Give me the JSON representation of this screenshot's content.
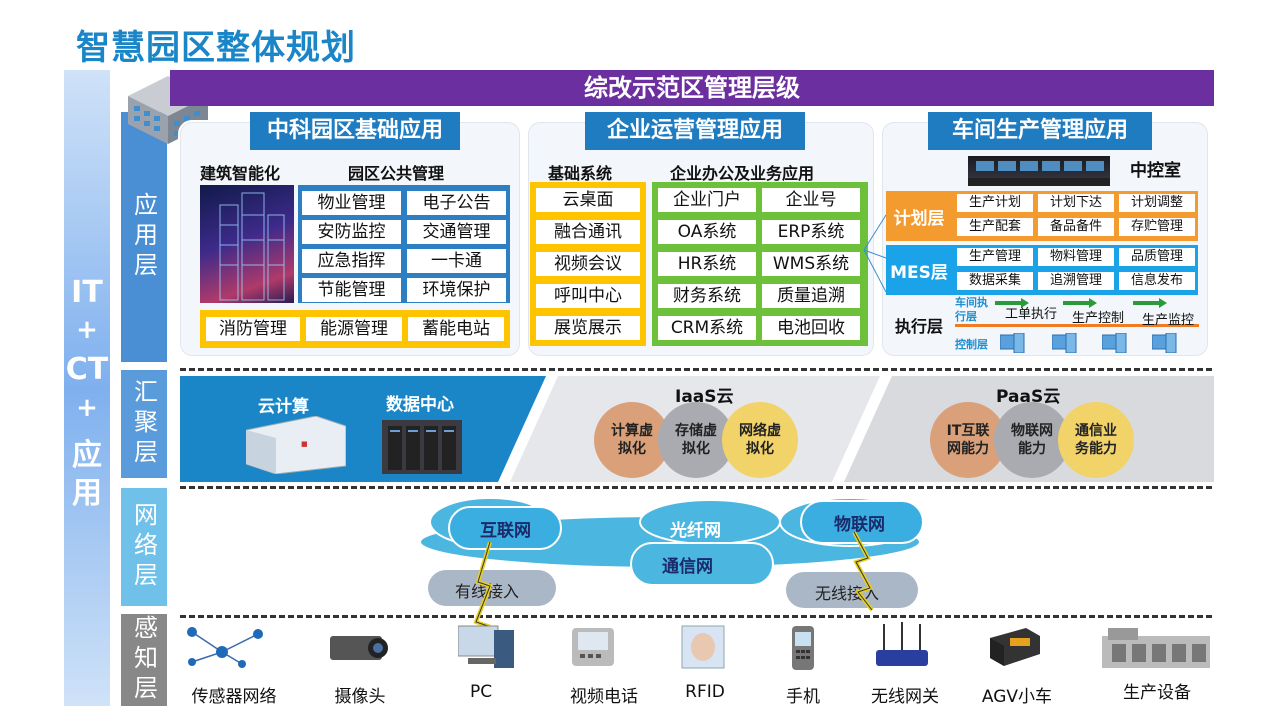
{
  "page_title": "智慧园区整体规划",
  "it_label": [
    "IT",
    "+",
    "CT",
    "+",
    "应",
    "用"
  ],
  "layers": {
    "app": "应用层",
    "agg": "汇聚层",
    "net": "网络层",
    "sense": "感知层"
  },
  "top_bar": "综改示范区管理层级",
  "panel1": {
    "title": "中科园区基础应用",
    "left_label": "建筑智能化",
    "right_label": "园区公共管理",
    "items": [
      "物业管理",
      "电子公告",
      "安防监控",
      "交通管理",
      "应急指挥",
      "一卡通",
      "节能管理",
      "环境保护"
    ],
    "bottom": [
      "消防管理",
      "能源管理",
      "蓄能电站"
    ]
  },
  "panel2": {
    "title": "企业运营管理应用",
    "left_label": "基础系统",
    "right_label": "企业办公及业务应用",
    "left_items": [
      "云桌面",
      "融合通讯",
      "视频会议",
      "呼叫中心",
      "展览展示"
    ],
    "right_items": [
      "企业门户",
      "企业号",
      "OA系统",
      "ERP系统",
      "HR系统",
      "WMS系统",
      "财务系统",
      "质量追溯",
      "CRM系统",
      "电池回收"
    ]
  },
  "panel3": {
    "title": "车间生产管理应用",
    "control_room": "中控室",
    "plan_label": "计划层",
    "plan_items": [
      "生产计划",
      "计划下达",
      "计划调整",
      "生产配套",
      "备品备件",
      "存贮管理"
    ],
    "mes_label": "MES层",
    "mes_items": [
      "生产管理",
      "物料管理",
      "品质管理",
      "数据采集",
      "追溯管理",
      "信息发布"
    ],
    "exec_label": "执行层",
    "workshop_label": "车间执行层",
    "exec_items": [
      "工单执行",
      "生产控制",
      "生产监控"
    ],
    "control_label": "控制层"
  },
  "agg": {
    "cloud_compute": "云计算",
    "data_center": "数据中心",
    "iaas": "IaaS云",
    "iaas_items": [
      "计算虚拟化",
      "存储虚拟化",
      "网络虚拟化"
    ],
    "paas": "PaaS云",
    "paas_items": [
      "IT互联网能力",
      "物联网能力",
      "通信业务能力"
    ]
  },
  "net": {
    "internet": "互联网",
    "fiber": "光纤网",
    "iot": "物联网",
    "telecom": "通信网",
    "wired": "有线接入",
    "wireless": "无线接入"
  },
  "devices": [
    "传感器网络",
    "摄像头",
    "PC",
    "视频电话",
    "RFID",
    "手机",
    "无线网关",
    "AGV小车",
    "生产设备"
  ],
  "colors": {
    "title": "#1a86c8",
    "purple": "#6b2fa0",
    "panel_title": "#1f7cc1",
    "yellow": "#ffc400",
    "green": "#6cc03a",
    "orange": "#f39b2e",
    "cyan": "#1aa3e8"
  }
}
